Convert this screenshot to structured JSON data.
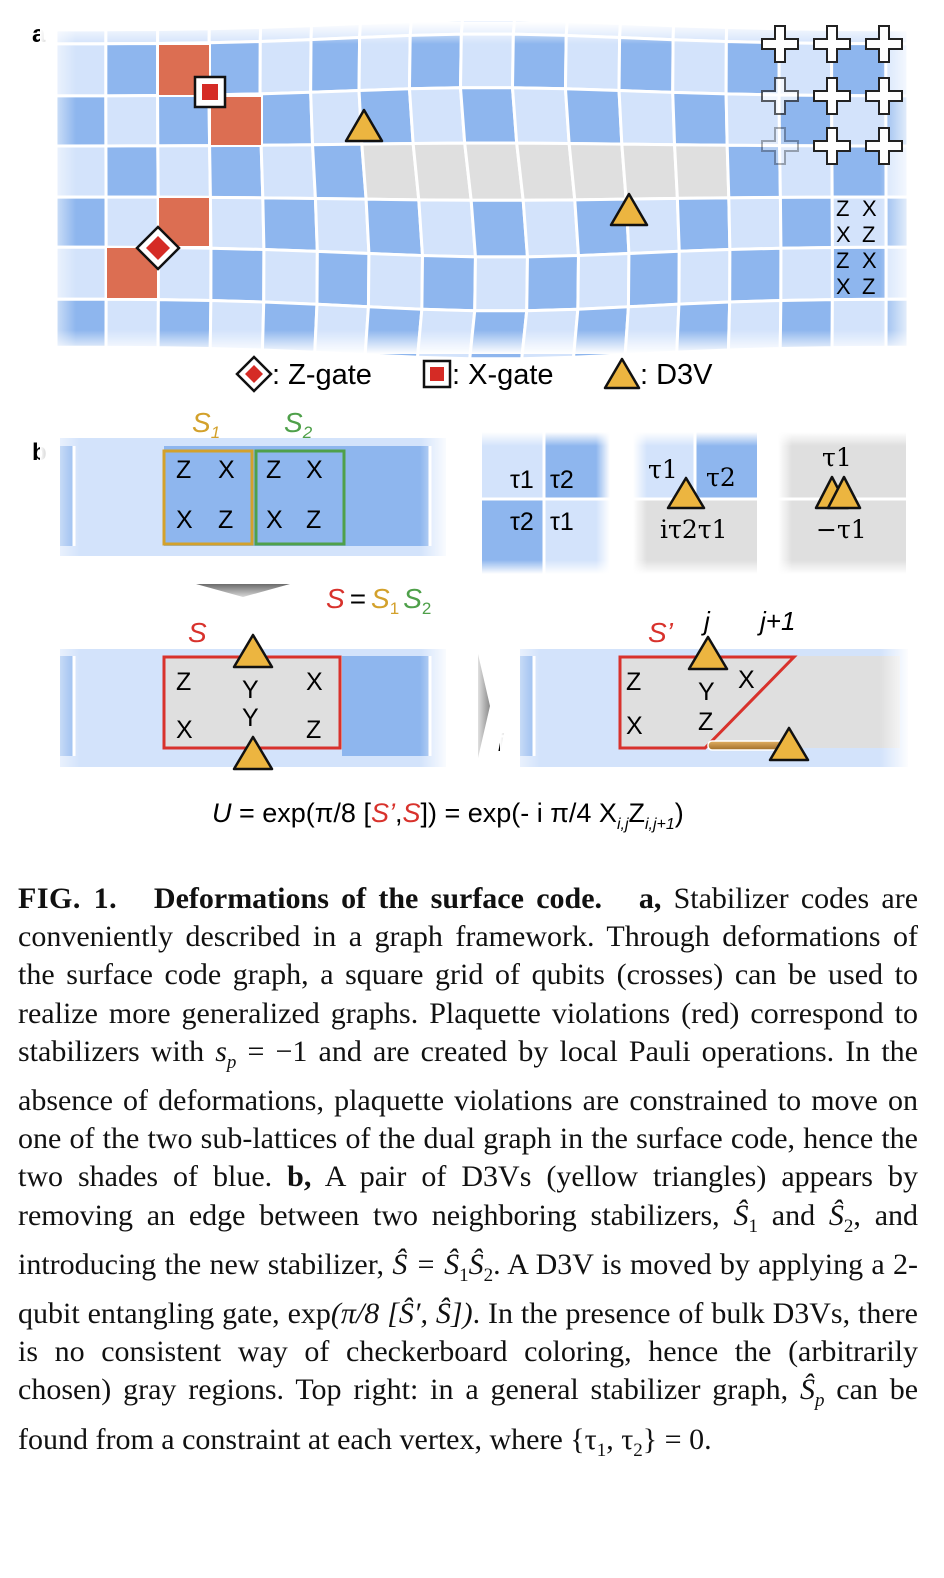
{
  "panel_a": {
    "label": "a",
    "x_checks": [
      [
        "Z",
        "X"
      ],
      [
        "X",
        "Z"
      ],
      [
        "Z",
        "X"
      ],
      [
        "X",
        "Z"
      ]
    ],
    "legend": {
      "z_gate": ": Z-gate",
      "x_gate": ": X-gate",
      "d3v": ": D3V"
    }
  },
  "panel_b": {
    "label": "b",
    "s1": "S",
    "s1_sub": "1",
    "s2": "S",
    "s2_sub": "2",
    "s1_ops": [
      [
        "Z",
        "X"
      ],
      [
        "X",
        "Z"
      ]
    ],
    "s2_ops": [
      [
        "Z",
        "X"
      ],
      [
        "X",
        "Z"
      ]
    ],
    "product_lhs": "S",
    "product_eq": "=",
    "product_r1": "S",
    "product_r1_sub": "1",
    "product_r2": "S",
    "product_r2_sub": "2",
    "tau1": "τ",
    "tau_sub1": "1",
    "tau_sub2": "2",
    "tile_left": {
      "r1": [
        "τ1",
        "τ2"
      ],
      "r2": [
        "τ2",
        "τ1"
      ]
    },
    "tile_mid": {
      "top": [
        "τ1",
        "τ2"
      ],
      "bottom": "iτ2τ1"
    },
    "tile_right": {
      "top": "τ1",
      "bottom": "−τ1"
    },
    "s_label": "S",
    "s_ops": {
      "left": [
        "Z",
        "X"
      ],
      "mid": [
        "Y",
        "Y"
      ],
      "right": [
        "X",
        "Z"
      ]
    },
    "sprime_label": "S’",
    "j_label": "j",
    "j1_label": "j+1",
    "i_label": "i",
    "sprime_ops": {
      "left": [
        "Z",
        "X"
      ],
      "mid": [
        "Y",
        "Z"
      ],
      "right": "X"
    },
    "equation": {
      "u": "U",
      "part1": " = exp(π/8 [",
      "sprime": "S’",
      "comma": ",",
      "s": "S",
      "part2": "]) = exp(- i π/4 X",
      "sub_x": "i,j",
      "z": "Z",
      "sub_z": "i,j+1",
      "close": ")"
    }
  },
  "caption": {
    "fig": "FIG. 1.",
    "title": "Deformations of the surface code.",
    "a_label": "a,",
    "t1": "Stabilizer codes are conveniently described in a graph framework. Through deformations of the surface code graph, a square grid of qubits (crosses) can be used to realize more generalized graphs. Plaquette violations (red) correspond to stabilizers with",
    "m1": "s",
    "m1_sub": "p",
    "t2": "= −1 and are created by local Pauli operations. In the absence of deformations, plaquette violations are constrained to move on one of the two sub-lattices of the dual graph in the surface code, hence the two shades of blue.",
    "b_label": "b,",
    "t3": "A pair of D3Vs (yellow triangles) appears by removing an edge between two neighboring stabilizers,",
    "m2": "Ŝ",
    "m2_sub": "1",
    "t4": "and",
    "m3": "Ŝ",
    "m3_sub": "2",
    "t5": ", and introducing the new stabilizer,",
    "m4": "Ŝ = Ŝ",
    "m4_sub_a": "1",
    "m4_b": "Ŝ",
    "m4_sub_b": "2",
    "t6": ". A D3V is moved by applying a 2-qubit entangling gate, exp",
    "m5": "(π/8 [Ŝ′, Ŝ])",
    "t7": ". In the presence of bulk D3Vs, there is no consistent way of checkerboard coloring, hence the (arbitrarily chosen) gray regions. Top right: in a general stabilizer graph,",
    "m6": "Ŝ",
    "m6_sub": "p",
    "t8": "can be found from a constraint at each vertex, where {τ",
    "m7_sub1": "1",
    "t9": ", τ",
    "m7_sub2": "2",
    "t10": "} = 0."
  },
  "colors": {
    "dark_blue": "#8eb6ee",
    "light_blue": "#d3e3fb",
    "gray": "#dfdfdf",
    "red_plaquette": "#dc6e52",
    "gate_red": "#d52b25",
    "d3v_yellow": "#ecb540",
    "s1_color": "#d3a12b",
    "s2_color": "#4fa04a",
    "s_color": "#d8322c"
  }
}
